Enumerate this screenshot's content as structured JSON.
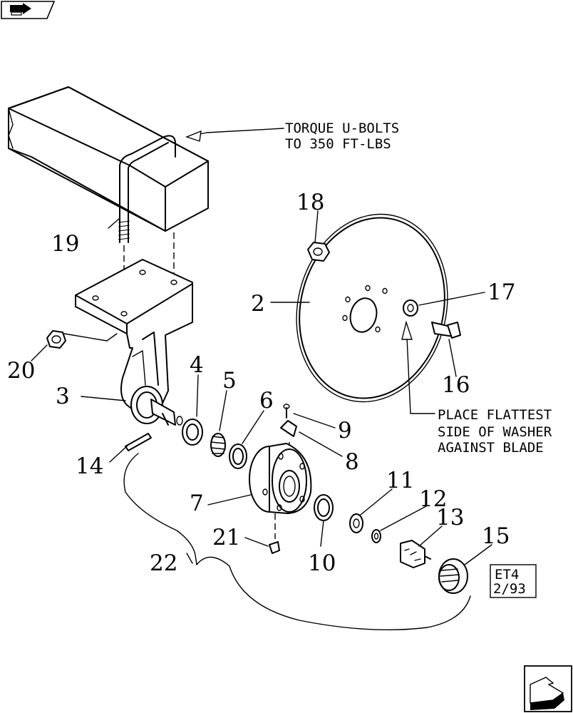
{
  "navigation": {
    "top_icon": "return-arrow-icon",
    "bottom_icon": "next-page-arrow-icon"
  },
  "callouts": {
    "c2": "2",
    "c3": "3",
    "c4": "4",
    "c5": "5",
    "c6": "6",
    "c7": "7",
    "c8": "8",
    "c9": "9",
    "c10": "10",
    "c11": "11",
    "c12": "12",
    "c13": "13",
    "c14": "14",
    "c15": "15",
    "c16": "16",
    "c17": "17",
    "c18": "18",
    "c19": "19",
    "c20": "20",
    "c21": "21",
    "c22": "22"
  },
  "notes": {
    "torque": [
      "TORQUE U-BOLTS",
      "TO 350 FT-LBS"
    ],
    "washer": [
      "PLACE FLATTEST",
      "SIDE OF WASHER",
      "AGAINST BLADE"
    ]
  },
  "stamp": [
    "ET4",
    "2/93"
  ]
}
